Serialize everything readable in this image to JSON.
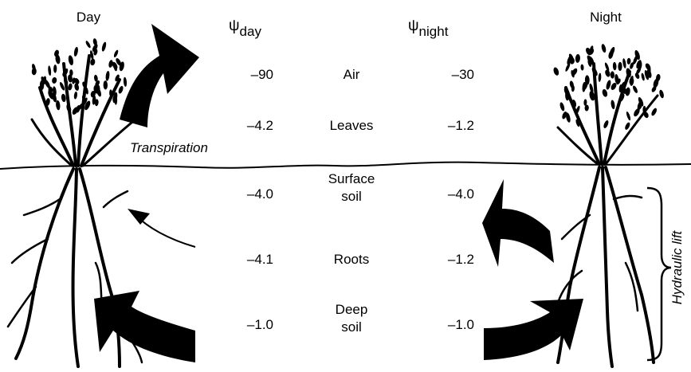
{
  "headings": {
    "day": "Day",
    "night": "Night",
    "psi_symbol": "ψ",
    "psi_day_sub": "day",
    "psi_night_sub": "night"
  },
  "labels": {
    "transpiration": "Transpiration",
    "hydraulic_lift": "Hydraulic lift"
  },
  "layers": [
    {
      "name": "Air",
      "day": "–90",
      "night": "–30"
    },
    {
      "name": "Leaves",
      "day": "–4.2",
      "night": "–1.2"
    },
    {
      "name_line1": "Surface",
      "name_line2": "soil",
      "day": "–4.0",
      "night": "–4.0"
    },
    {
      "name": "Roots",
      "day": "–4.1",
      "night": "–1.2"
    },
    {
      "name_line1": "Deep",
      "name_line2": "soil",
      "day": "–1.0",
      "night": "–1.0"
    }
  ]
}
